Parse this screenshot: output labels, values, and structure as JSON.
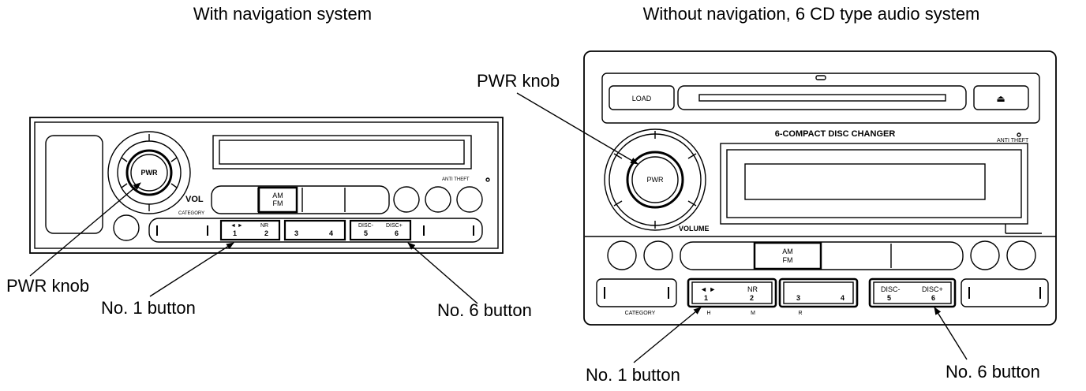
{
  "headings": {
    "left": "With navigation system",
    "right": "Without navigation, 6 CD type audio system"
  },
  "left_unit": {
    "pwr_label": "PWR",
    "vol_label": "VOL",
    "category_label": "CATEGORY",
    "anti_theft_label": "ANTI THEFT",
    "am_label": "AM",
    "fm_label": "FM",
    "preset_buttons": [
      {
        "number": "1",
        "top": "◄ ►"
      },
      {
        "number": "2",
        "top": "NR"
      },
      {
        "number": "3",
        "top": ""
      },
      {
        "number": "4",
        "top": ""
      },
      {
        "number": "5",
        "top": "DISC-"
      },
      {
        "number": "6",
        "top": "DISC+"
      }
    ],
    "callouts": {
      "pwr": "PWR knob",
      "no1": "No. 1 button",
      "no6": "No. 6 button"
    }
  },
  "right_unit": {
    "load_label": "LOAD",
    "eject_symbol": "⏏",
    "title": "6-COMPACT DISC CHANGER",
    "anti_theft_label": "ANTI THEFT",
    "pwr_label": "PWR",
    "volume_label": "VOLUME",
    "category_label": "CATEGORY",
    "am_label": "AM",
    "fm_label": "FM",
    "preset_buttons": [
      {
        "number": "1",
        "top": "◄ ►",
        "under": "H"
      },
      {
        "number": "2",
        "top": "NR",
        "under": "M"
      },
      {
        "number": "3",
        "top": "",
        "under": "R"
      },
      {
        "number": "4",
        "top": "",
        "under": ""
      },
      {
        "number": "5",
        "top": "DISC-",
        "under": ""
      },
      {
        "number": "6",
        "top": "DISC+",
        "under": ""
      }
    ],
    "callouts": {
      "pwr": "PWR knob",
      "no1": "No. 1 button",
      "no6": "No. 6 button"
    }
  }
}
